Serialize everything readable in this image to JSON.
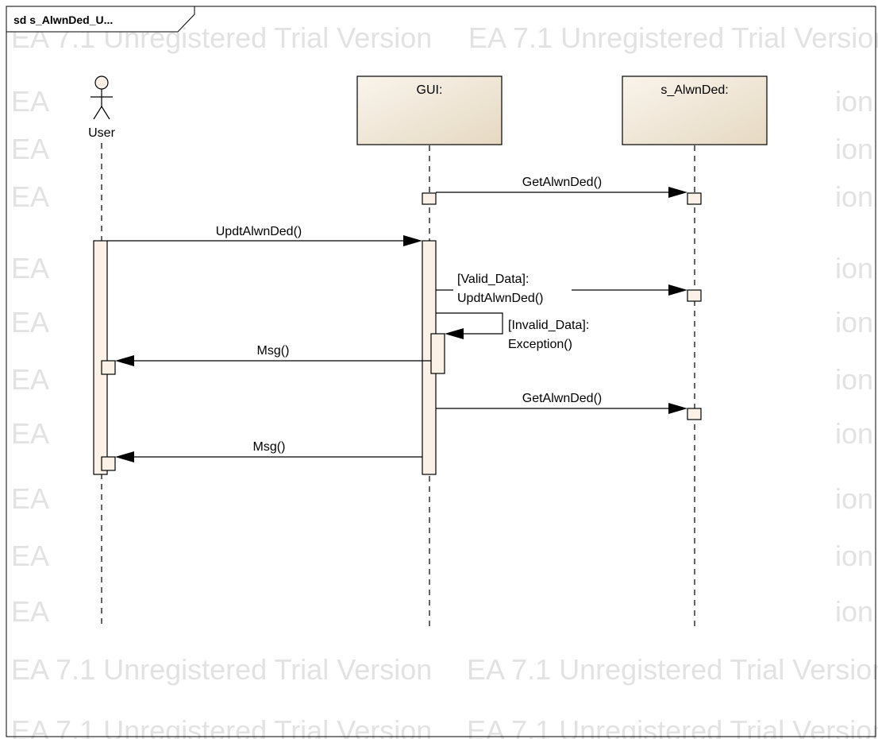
{
  "frame": {
    "label": "sd s_AlwnDed_U..."
  },
  "watermark": {
    "text": "EA 7.1 Unregistered Trial Version",
    "left_fragment": "EA",
    "right_fragment": "ion"
  },
  "lifelines": {
    "user": {
      "label": "User"
    },
    "gui": {
      "label": "GUI:"
    },
    "alwn": {
      "label": "s_AlwnDed:"
    }
  },
  "messages": {
    "m1": {
      "label": "GetAlwnDed()"
    },
    "m2": {
      "label": "UpdtAlwnDed()"
    },
    "m3": {
      "label_line1": "[Valid_Data]:",
      "label_line2": "UpdtAlwnDed()"
    },
    "m4": {
      "label_line1": "[Invalid_Data]:",
      "label_line2": "Exception()"
    },
    "m5": {
      "label": "Msg()"
    },
    "m6": {
      "label": "GetAlwnDed()"
    },
    "m7": {
      "label": "Msg()"
    }
  },
  "colors": {
    "box_fill_light": "#f7f0e6",
    "box_fill_dark": "#e8dcc6",
    "activation_fill": "#fbf1e6",
    "line": "#000000",
    "watermark": "#e2e2e2"
  }
}
